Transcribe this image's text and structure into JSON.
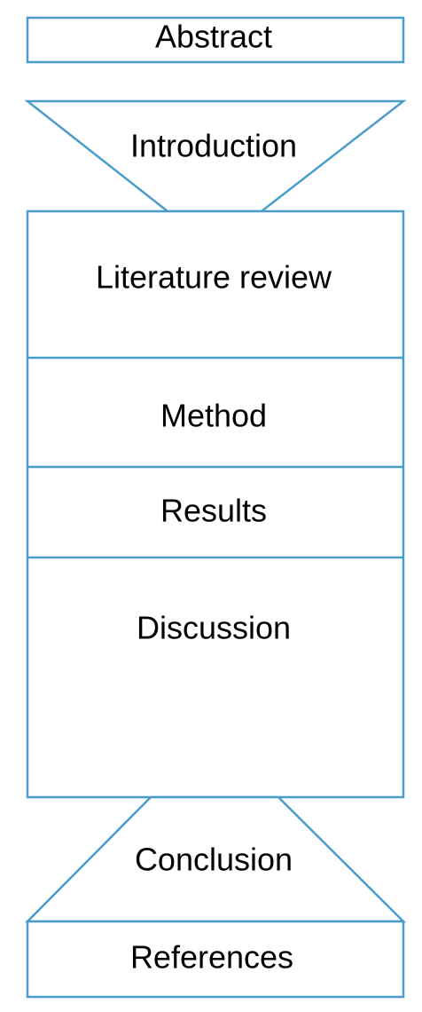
{
  "diagram": {
    "sections": {
      "abstract": "Abstract",
      "introduction": "Introduction",
      "literature_review": "Literature review",
      "method": "Method",
      "results": "Results",
      "discussion": "Discussion",
      "conclusion": "Conclusion",
      "references": "References"
    },
    "colors": {
      "outline": "#4a9ccc",
      "fill": "#ffffff",
      "text": "#000000"
    }
  }
}
